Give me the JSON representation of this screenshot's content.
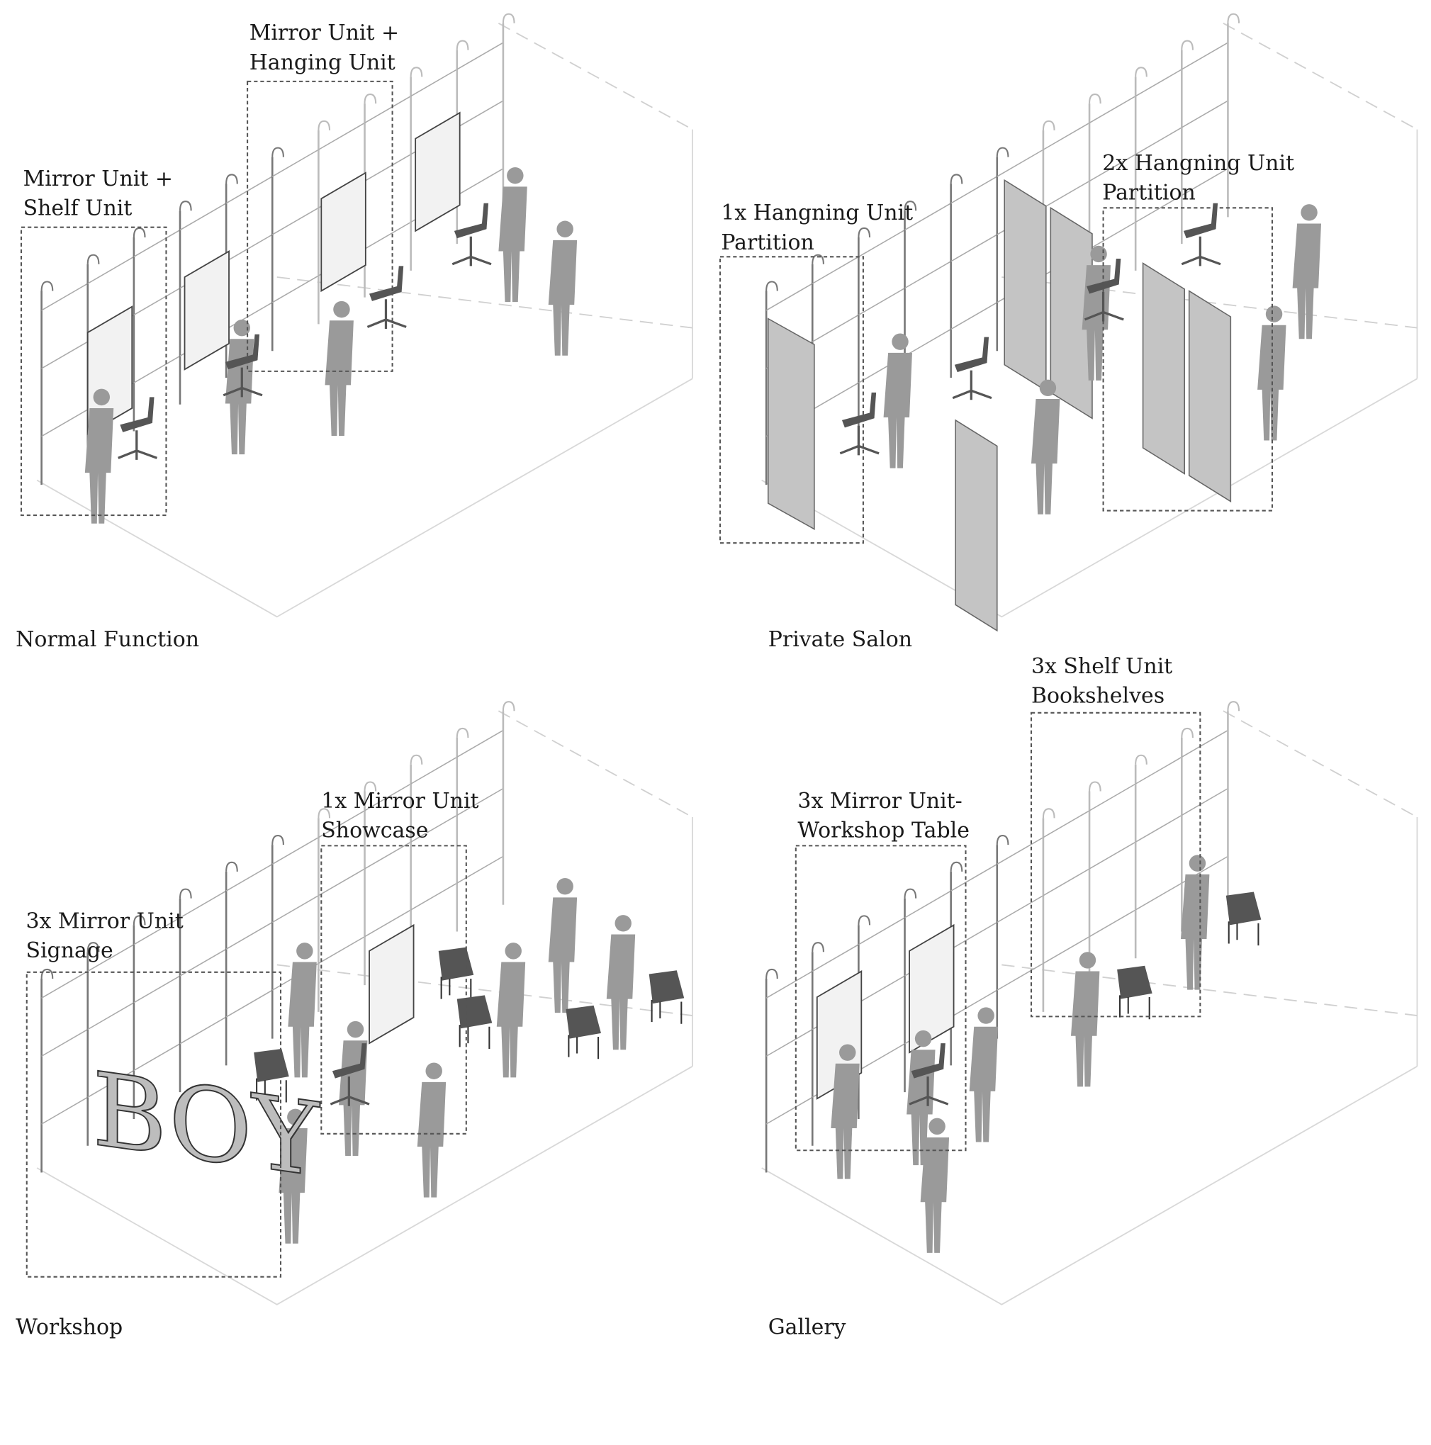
{
  "panels": [
    {
      "caption": "Normal Function",
      "callouts": [
        {
          "line1": "Mirror Unit +",
          "line2": "Hanging Unit"
        },
        {
          "line1": "Mirror Unit +",
          "line2": "Shelf Unit"
        }
      ]
    },
    {
      "caption": "Private Salon",
      "callouts": [
        {
          "line1": "1x Hangning Unit",
          "line2": "Partition"
        },
        {
          "line1": "2x Hangning Unit",
          "line2": "Partition"
        }
      ]
    },
    {
      "caption": "Workshop",
      "callouts": [
        {
          "line1": "1x Mirror Unit",
          "line2": "Showcase"
        },
        {
          "line1": "3x Mirror Unit",
          "line2": "Signage"
        }
      ],
      "sign_text": "BOY"
    },
    {
      "caption": "Gallery",
      "callouts": [
        {
          "line1": "3x Shelf Unit",
          "line2": "Bookshelves"
        },
        {
          "line1": "3x Mirror Unit-",
          "line2": "Workshop Table"
        }
      ]
    }
  ],
  "colors": {
    "person": "#9a9a9a",
    "chair": "#555555",
    "partition": "#c4c4c4",
    "line": "#d8d8d8"
  }
}
